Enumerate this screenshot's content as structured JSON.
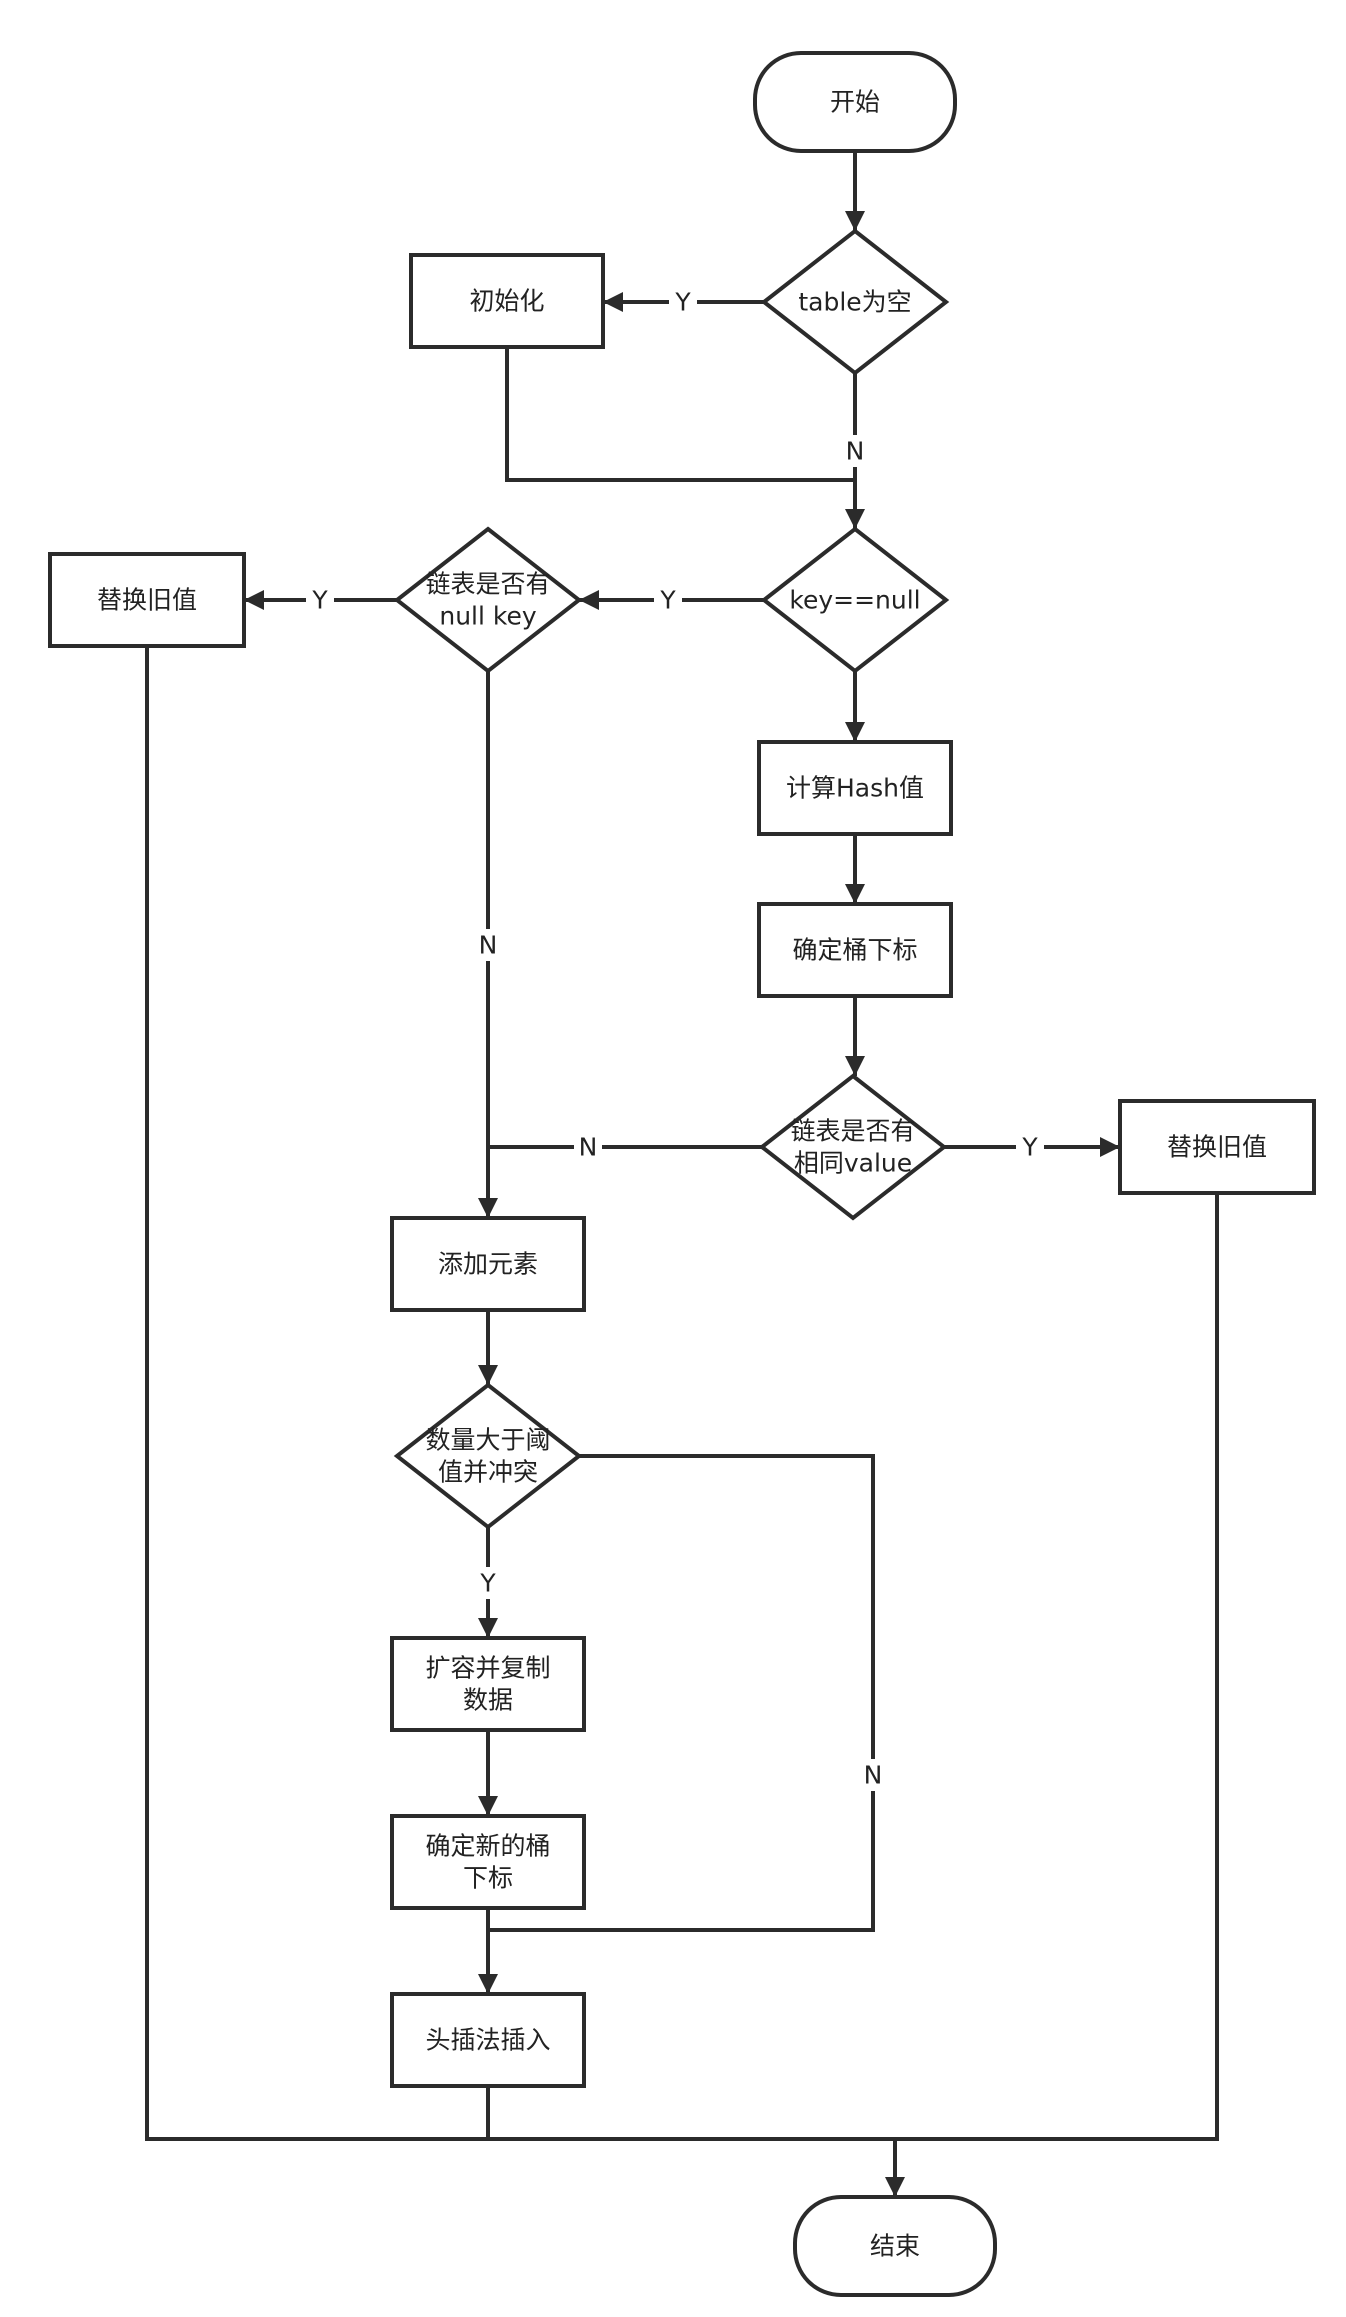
{
  "flowchart": {
    "nodes": [
      {
        "id": "start",
        "shape": "terminal",
        "lines": [
          "开始"
        ]
      },
      {
        "id": "table_empty",
        "shape": "decision",
        "lines": [
          "table为空"
        ]
      },
      {
        "id": "init",
        "shape": "process",
        "lines": [
          "初始化"
        ]
      },
      {
        "id": "key_null",
        "shape": "decision",
        "lines": [
          "key==null"
        ]
      },
      {
        "id": "list_has_null_key",
        "shape": "decision",
        "lines": [
          "链表是否有",
          "null key"
        ]
      },
      {
        "id": "replace_old_1",
        "shape": "process",
        "lines": [
          "替换旧值"
        ]
      },
      {
        "id": "calc_hash",
        "shape": "process",
        "lines": [
          "计算Hash值"
        ]
      },
      {
        "id": "bucket_index",
        "shape": "process",
        "lines": [
          "确定桶下标"
        ]
      },
      {
        "id": "list_same_value",
        "shape": "decision",
        "lines": [
          "链表是否有",
          "相同value"
        ]
      },
      {
        "id": "replace_old_2",
        "shape": "process",
        "lines": [
          "替换旧值"
        ]
      },
      {
        "id": "add_element",
        "shape": "process",
        "lines": [
          "添加元素"
        ]
      },
      {
        "id": "over_threshold",
        "shape": "decision",
        "lines": [
          "数量大于阈",
          "值并冲突"
        ]
      },
      {
        "id": "resize_copy",
        "shape": "process",
        "lines": [
          "扩容并复制",
          "数据"
        ]
      },
      {
        "id": "new_bucket_index",
        "shape": "process",
        "lines": [
          "确定新的桶",
          "下标"
        ]
      },
      {
        "id": "head_insert",
        "shape": "process",
        "lines": [
          "头插法插入"
        ]
      },
      {
        "id": "end",
        "shape": "terminal",
        "lines": [
          "结束"
        ]
      }
    ],
    "edges": [
      {
        "id": "e_start_table",
        "from": "start",
        "to": "table_empty",
        "label": ""
      },
      {
        "id": "e_table_init",
        "from": "table_empty",
        "to": "init",
        "label": "Y"
      },
      {
        "id": "e_table_key",
        "from": "table_empty",
        "to": "key_null",
        "label": "N"
      },
      {
        "id": "e_init_key",
        "from": "init",
        "to": "key_null",
        "label": ""
      },
      {
        "id": "e_key_listnull",
        "from": "key_null",
        "to": "list_has_null_key",
        "label": "Y"
      },
      {
        "id": "e_listnull_replace",
        "from": "list_has_null_key",
        "to": "replace_old_1",
        "label": "Y"
      },
      {
        "id": "e_listnull_add",
        "from": "list_has_null_key",
        "to": "add_element",
        "label": "N"
      },
      {
        "id": "e_key_hash",
        "from": "key_null",
        "to": "calc_hash",
        "label": ""
      },
      {
        "id": "e_hash_bucket",
        "from": "calc_hash",
        "to": "bucket_index",
        "label": ""
      },
      {
        "id": "e_bucket_same",
        "from": "bucket_index",
        "to": "list_same_value",
        "label": ""
      },
      {
        "id": "e_same_replace",
        "from": "list_same_value",
        "to": "replace_old_2",
        "label": "Y"
      },
      {
        "id": "e_same_add",
        "from": "list_same_value",
        "to": "add_element",
        "label": "N"
      },
      {
        "id": "e_add_threshold",
        "from": "add_element",
        "to": "over_threshold",
        "label": ""
      },
      {
        "id": "e_threshold_resize",
        "from": "over_threshold",
        "to": "resize_copy",
        "label": "Y"
      },
      {
        "id": "e_threshold_insert",
        "from": "over_threshold",
        "to": "head_insert",
        "label": "N"
      },
      {
        "id": "e_resize_newbucket",
        "from": "resize_copy",
        "to": "new_bucket_index",
        "label": ""
      },
      {
        "id": "e_newbucket_insert",
        "from": "new_bucket_index",
        "to": "head_insert",
        "label": ""
      },
      {
        "id": "e_insert_end",
        "from": "head_insert",
        "to": "end",
        "label": ""
      },
      {
        "id": "e_replace1_end",
        "from": "replace_old_1",
        "to": "end",
        "label": ""
      },
      {
        "id": "e_replace2_end",
        "from": "replace_old_2",
        "to": "end",
        "label": ""
      }
    ]
  },
  "colors": {
    "stroke": "#2b2b2b",
    "text": "#222222",
    "background": "#ffffff"
  }
}
